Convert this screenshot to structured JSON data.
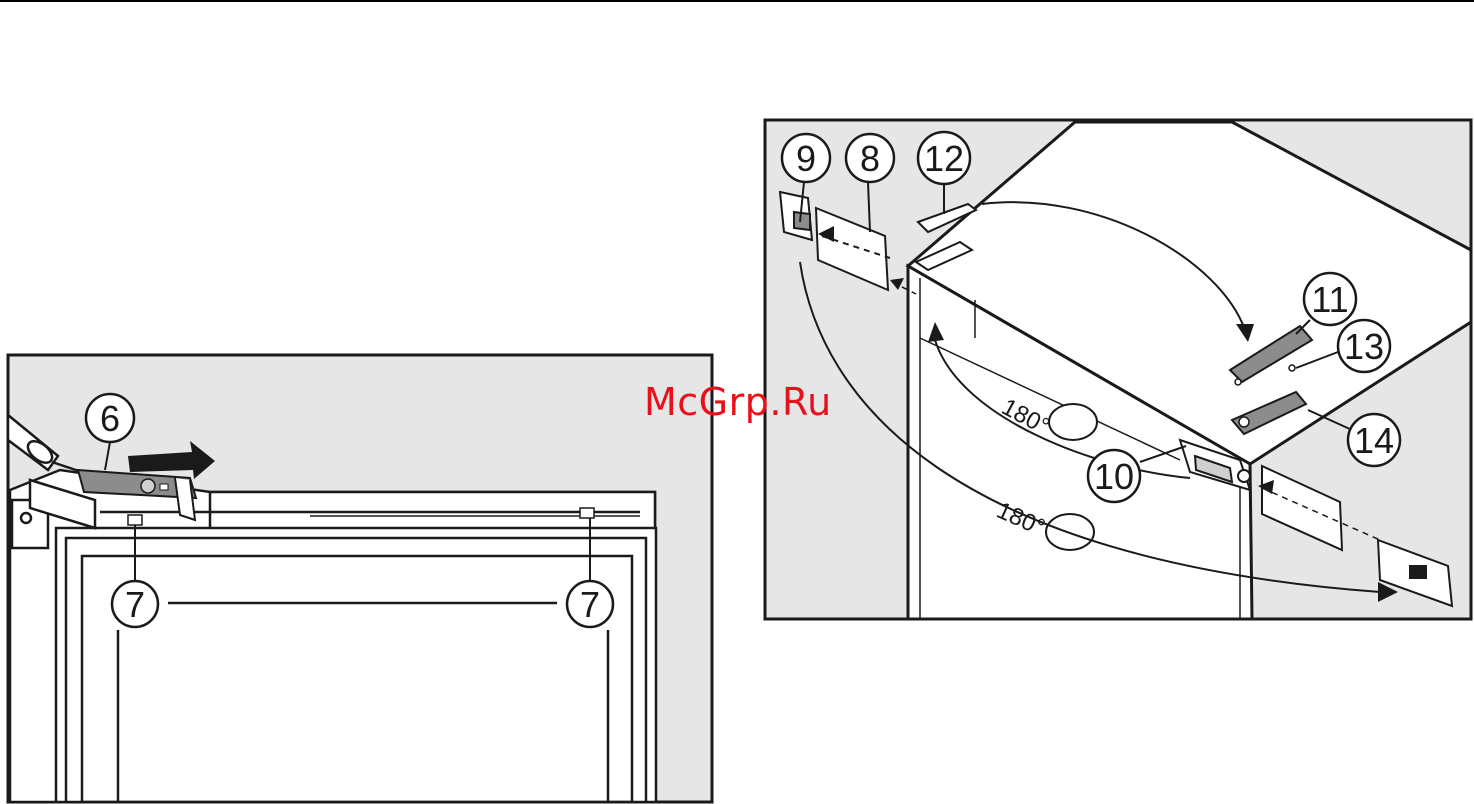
{
  "watermark": "McGrp.Ru",
  "figure_left": {
    "callouts": [
      "6",
      "7",
      "7"
    ]
  },
  "figure_right": {
    "callouts": [
      "9",
      "8",
      "12",
      "11",
      "13",
      "14",
      "10"
    ],
    "angle_labels": [
      "180°",
      "180°"
    ]
  },
  "colors": {
    "background_panel": "#e6e6e6",
    "line": "#1a1a1a",
    "part_gray": "#8c8c8c",
    "watermark": "#e8101a"
  }
}
